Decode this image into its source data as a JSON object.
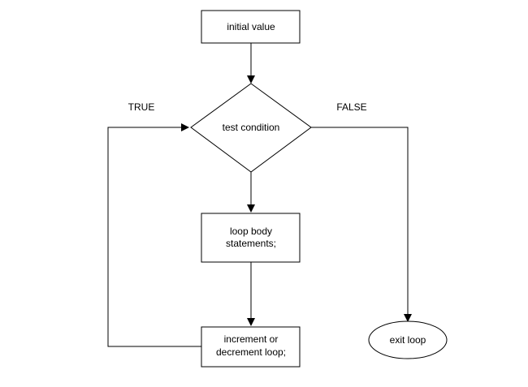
{
  "nodes": {
    "initial_value": "initial value",
    "test_condition": "test condition",
    "loop_body_line1": "loop body",
    "loop_body_line2": "statements;",
    "increment_line1": "increment or",
    "increment_line2": "decrement loop;",
    "exit_loop": "exit loop"
  },
  "branch_labels": {
    "true": "TRUE",
    "false": "FALSE"
  },
  "colors": {
    "stroke": "#000000",
    "fill": "#ffffff"
  }
}
